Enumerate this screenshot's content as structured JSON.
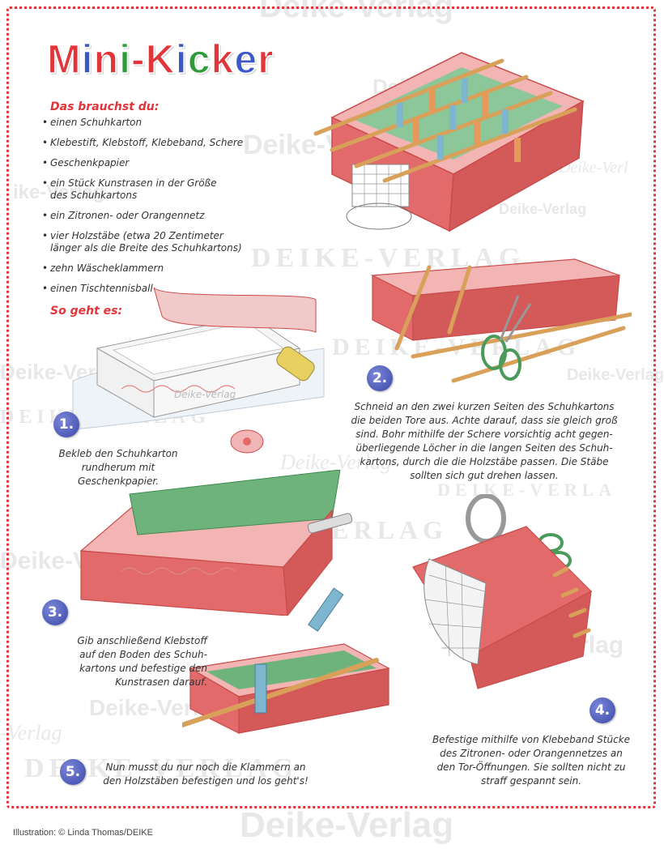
{
  "title": {
    "letters": [
      "M",
      "i",
      "n",
      "i",
      "-",
      "K",
      "i",
      "c",
      "k",
      "e",
      "r"
    ],
    "colors": [
      "#e0353a",
      "#3a58c8",
      "#e0353a",
      "#2d9b3a",
      "#e0353a",
      "#e0353a",
      "#3a58c8",
      "#2d9b3a",
      "#e0353a",
      "#3a58c8",
      "#e0353a"
    ]
  },
  "materials": {
    "heading": "Das brauchst du:",
    "items": [
      "einen Schuhkarton",
      "Klebestift, Klebstoff, Klebeband, Schere",
      "Geschenkpapier",
      "ein Stück Kunstrasen in der Größe\ndes Schuhkartons",
      "ein Zitronen- oder Orangennetz",
      "vier Holzstäbe (etwa 20 Zentimeter\nlänger als die Breite des Schuhkartons)",
      "zehn Wäscheklammern",
      "einen Tischtennisball"
    ]
  },
  "instructions_heading": "So geht es:",
  "steps": [
    {
      "number": "1.",
      "text": "Bekleb den Schuhkarton\nrundherum mit\nGeschenkpapier."
    },
    {
      "number": "2.",
      "text": "Schneid an den zwei kurzen Seiten des Schuhkartons\ndie beiden Tore aus. Achte darauf, dass sie gleich groß\nsind. Bohr mithilfe der Schere vorsichtig acht gegen-\nüberliegende Löcher in die langen Seiten des Schuh-\nkartons, durch die die Holzstäbe passen. Die Stäbe\nsollten sich gut drehen lassen."
    },
    {
      "number": "3.",
      "text": "Gib anschließend Klebstoff\nauf den Boden des Schuh-\nkartons und befestige den\nKunstrasen darauf."
    },
    {
      "number": "4.",
      "text": "Befestige mithilfe von Klebeband Stücke\ndes Zitronen- oder Orangennetzes an\nden Tor-Öffnungen. Sie sollten nicht zu\nstraff gespannt sein."
    },
    {
      "number": "5.",
      "text": "Nun musst du nur noch die Klammern an\nden Holzstäben befestigen und los geht's!"
    }
  ],
  "watermark": {
    "text_mixed": "Deike-Verlag",
    "text_caps_spaced": "DEIKE-VERLAG",
    "text_caps_partial_1": "DEIKE-VERLA",
    "text_caps_partial_2": "VERLAG",
    "text_caps_partial_3": "DEIKE",
    "text_cut_1": "Deike-Verl",
    "text_cut_2": "-Verlag",
    "text_cut_3": "ike-Verlag"
  },
  "illustration_label": "Deike-Verlag",
  "credit": "Illustration: © Linda Thomas/DEIKE",
  "colors": {
    "frame": "#e0353a",
    "heading": "#e0353a",
    "badge": "#3b48a8",
    "box": "#e26a6a",
    "grass": "#5aa86a",
    "wood": "#d9a05a",
    "clip_blue": "#7fb6cf",
    "clip_orange": "#e59a5c"
  }
}
